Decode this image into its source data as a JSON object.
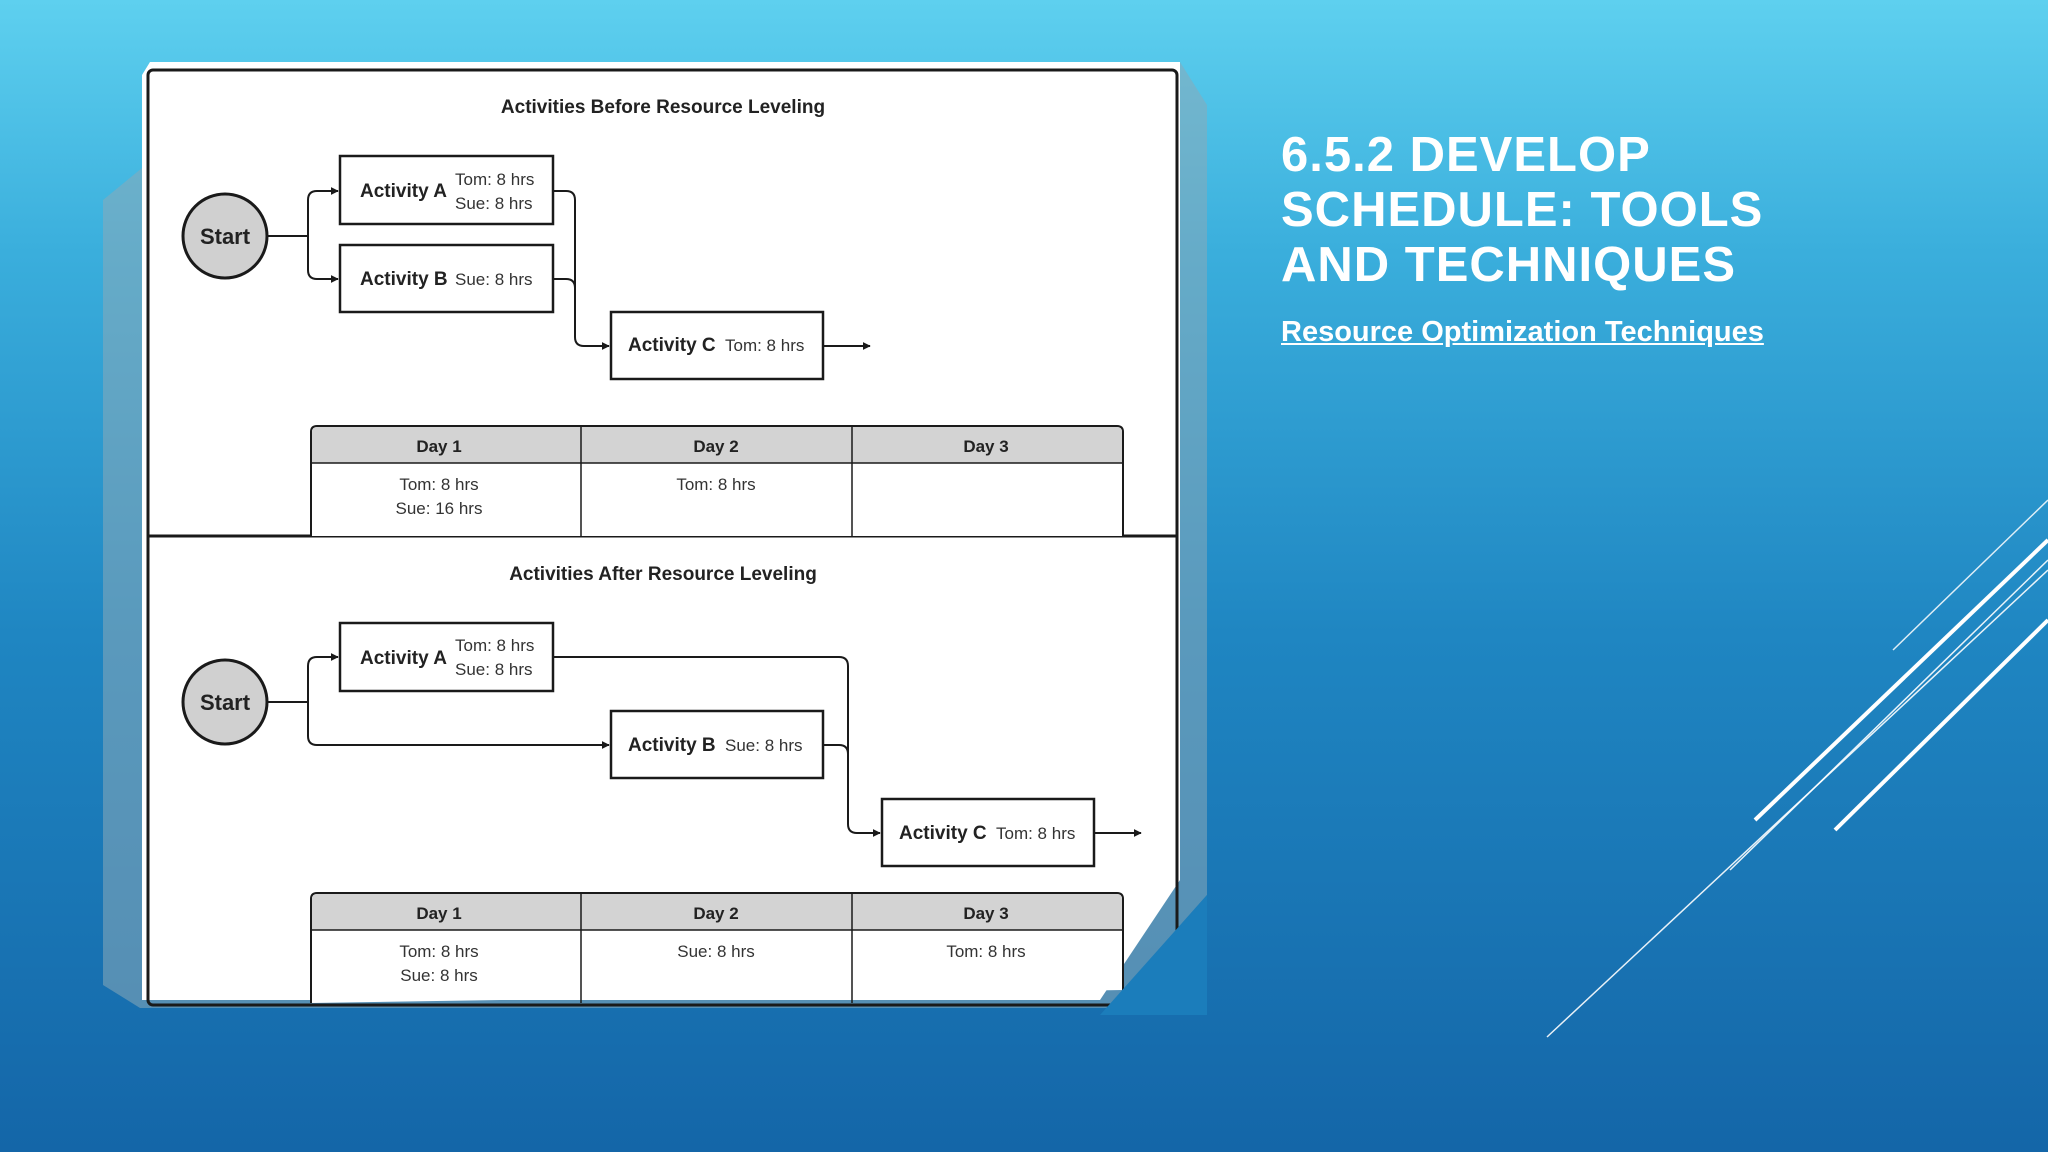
{
  "slide": {
    "title_lines": [
      "6.5.2 Develop",
      "Schedule: Tools",
      "and Techniques"
    ],
    "link_text": "Resource Optimization Techniques"
  },
  "diagram": {
    "before": {
      "title": "Activities Before Resource Leveling",
      "start_label": "Start",
      "activity_a": {
        "name": "Activity A",
        "line1": "Tom: 8 hrs",
        "line2": "Sue: 8 hrs"
      },
      "activity_b": {
        "name": "Activity B",
        "res": "Sue: 8 hrs"
      },
      "activity_c": {
        "name": "Activity C",
        "res": "Tom: 8 hrs"
      },
      "table": {
        "headers": [
          "Day 1",
          "Day 2",
          "Day 3"
        ],
        "day1": [
          "Tom: 8 hrs",
          "Sue: 16 hrs"
        ],
        "day2": [
          "Tom: 8 hrs"
        ],
        "day3": []
      }
    },
    "after": {
      "title": "Activities After Resource Leveling",
      "start_label": "Start",
      "activity_a": {
        "name": "Activity A",
        "line1": "Tom: 8 hrs",
        "line2": "Sue: 8 hrs"
      },
      "activity_b": {
        "name": "Activity B",
        "res": "Sue: 8 hrs"
      },
      "activity_c": {
        "name": "Activity C",
        "res": "Tom: 8 hrs"
      },
      "table": {
        "headers": [
          "Day 1",
          "Day 2",
          "Day 3"
        ],
        "day1": [
          "Tom: 8 hrs",
          "Sue: 8 hrs"
        ],
        "day2": [
          "Sue: 8 hrs"
        ],
        "day3": [
          "Tom: 8 hrs"
        ]
      }
    }
  },
  "colors": {
    "background_top": "#5ed0ef",
    "background_bottom": "#1466a8",
    "text": "#ffffff",
    "header_fill": "#d3d3d3",
    "start_fill": "#d0d0d0",
    "line": "#1a1a1a"
  }
}
